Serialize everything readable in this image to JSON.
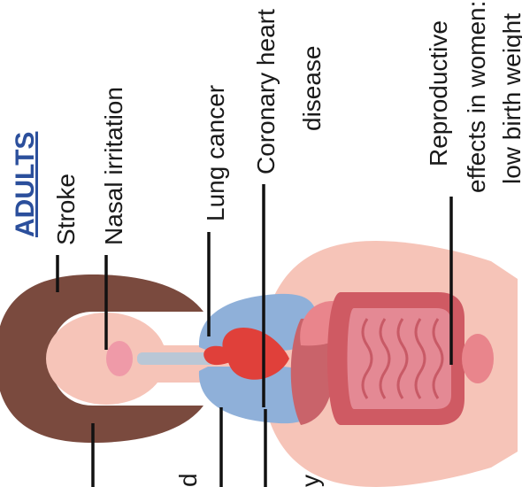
{
  "section_title": "ADULTS",
  "labels": {
    "stroke": "Stroke",
    "nasal_irritation": "Nasal irritation",
    "lung_cancer": "Lung cancer",
    "coronary_line1": "Coronary heart",
    "coronary_line2": "disease",
    "reproductive_line1": "Reproductive",
    "reproductive_line2": "effects in women:",
    "reproductive_line3": "low birth weight",
    "cut_off_bottom": "d",
    "cut_off_bottom2": "y"
  },
  "colors": {
    "title": "#2b4f9c",
    "hair": "#7a4a3e",
    "skin": "#f6c4b8",
    "lungs": "#8fb0d9",
    "heart": "#e0403a",
    "liver": "#c9636a",
    "intestines": "#cf5a63",
    "trachea": "#b9c7d6",
    "line": "#111111"
  }
}
